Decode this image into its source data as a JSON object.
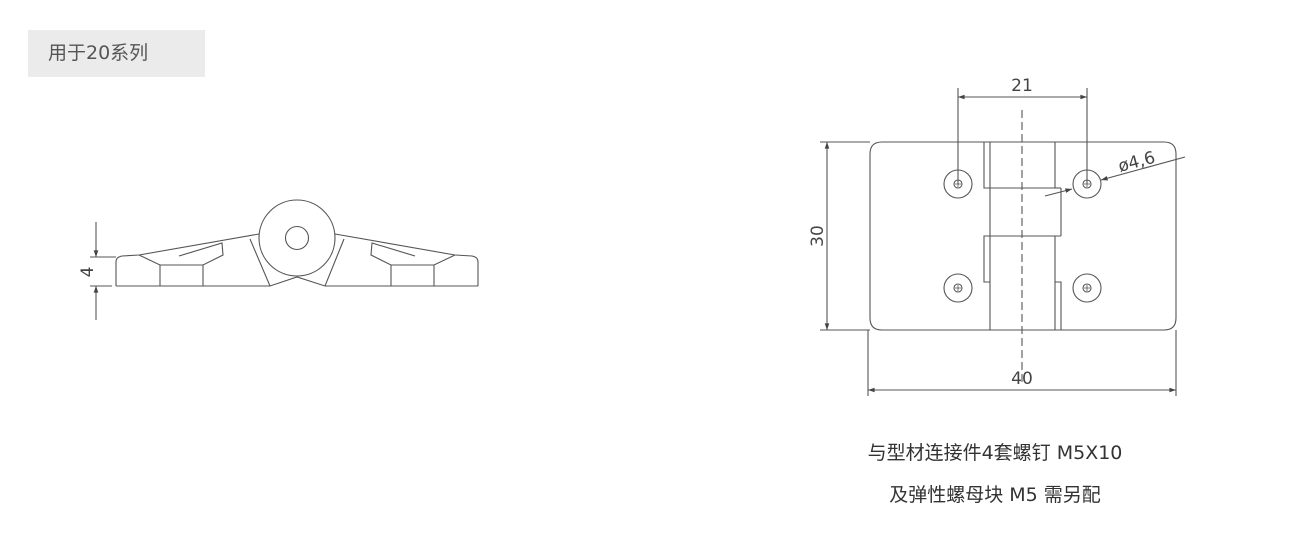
{
  "series_tag": "用于20系列",
  "side_view": {
    "dim_height": "4"
  },
  "top_view": {
    "dim_hole_spacing": "21",
    "dim_hole_diameter": "ø4,6",
    "dim_height": "30",
    "dim_width": "40"
  },
  "notes": {
    "line1": "与型材连接件4套螺钉 M5X10",
    "line2": "及弹性螺母块 M5 需另配"
  }
}
